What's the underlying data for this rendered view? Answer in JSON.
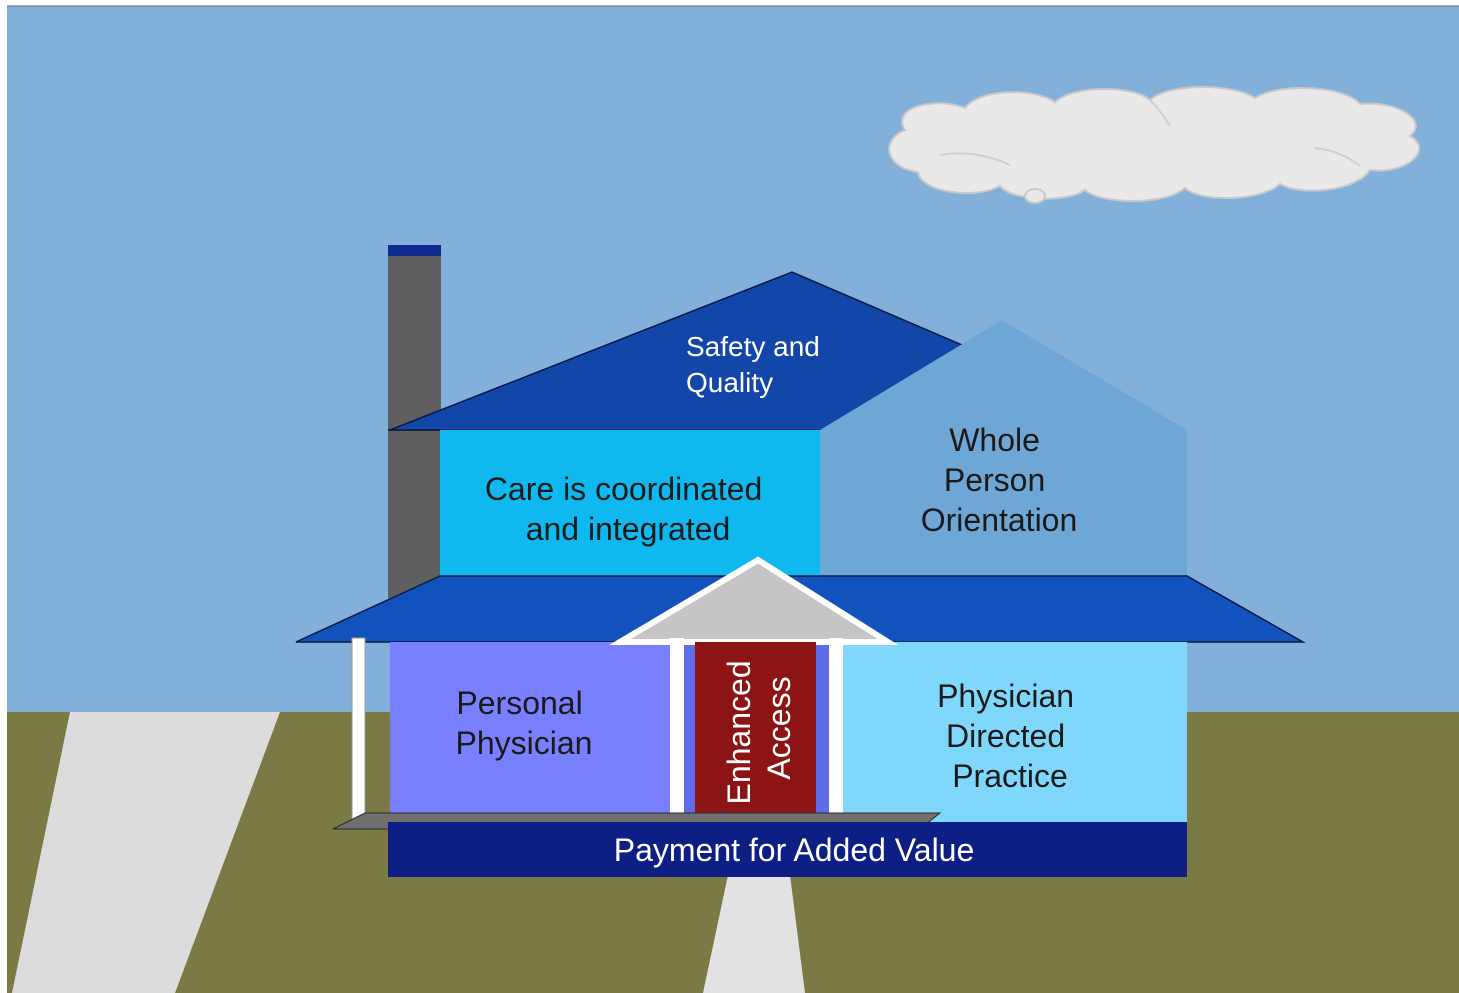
{
  "diagram": {
    "roof_label_lines": [
      "Safety and",
      "Quality"
    ],
    "upper_left_label_lines": [
      "Care is coordinated",
      "and integrated"
    ],
    "gable_label_lines": [
      "Whole",
      "Person",
      "Orientation"
    ],
    "lower_left_label_lines": [
      "Personal",
      "Physician"
    ],
    "door_label_lines": [
      "Enhanced",
      "Access"
    ],
    "lower_right_label_lines": [
      "Physician",
      "Directed",
      "Practice"
    ],
    "foundation_label": "Payment for Added Value"
  },
  "colors": {
    "sky": "#83b0da",
    "grass": "#7b7a44",
    "path": "#dcdcdc",
    "roof_dark": "#1246a8",
    "upper_left_wall": "#0fb9ef",
    "gable": "#6ea6d6",
    "porch_roof": "#1152bd",
    "lower_left_wall": "#7880ff",
    "lower_right_wall": "#7fd8fb",
    "door": "#8c1414",
    "foundation": "#0d1f85",
    "chimney": "#5f5f62",
    "chimney_cap": "#0d2a8c",
    "pediment": "#c5c5c5",
    "cloud": "#e9e9e9"
  }
}
